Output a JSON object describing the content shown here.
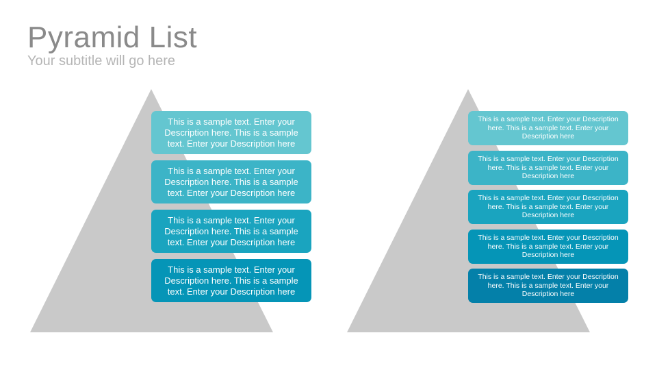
{
  "header": {
    "title": "Pyramid List",
    "subtitle": "Your subtitle will go here"
  },
  "colors": {
    "pyramid": "#c9c9c9",
    "title": "#8a8a8a",
    "subtitle": "#b5b5b5",
    "box_colors_left": [
      "#64c6d0",
      "#3cb4c7",
      "#1aa4bf",
      "#0595b7"
    ],
    "box_colors_right": [
      "#64c6d0",
      "#3cb4c7",
      "#1aa4bf",
      "#0595b7",
      "#0480a9"
    ]
  },
  "left_list": {
    "items": [
      "This is a sample text. Enter your Description here. This is a sample text. Enter your Description here",
      "This is a sample text. Enter your Description here. This is a sample text. Enter your Description here",
      "This is a sample text. Enter your Description here. This is a sample text. Enter your Description here",
      "This is a sample text. Enter your Description here. This is a sample text. Enter your Description here"
    ]
  },
  "right_list": {
    "items": [
      "This is a sample text. Enter your Description here. This is a sample text. Enter your Description here",
      "This is a sample text. Enter your Description here. This is a sample text. Enter your Description here",
      "This is a sample text. Enter your Description here. This is a sample text. Enter your Description here",
      "This is a sample text. Enter your Description here. This is a sample text. Enter your Description here",
      "This is a sample text. Enter your Description here. This is a sample text. Enter your Description here"
    ]
  }
}
